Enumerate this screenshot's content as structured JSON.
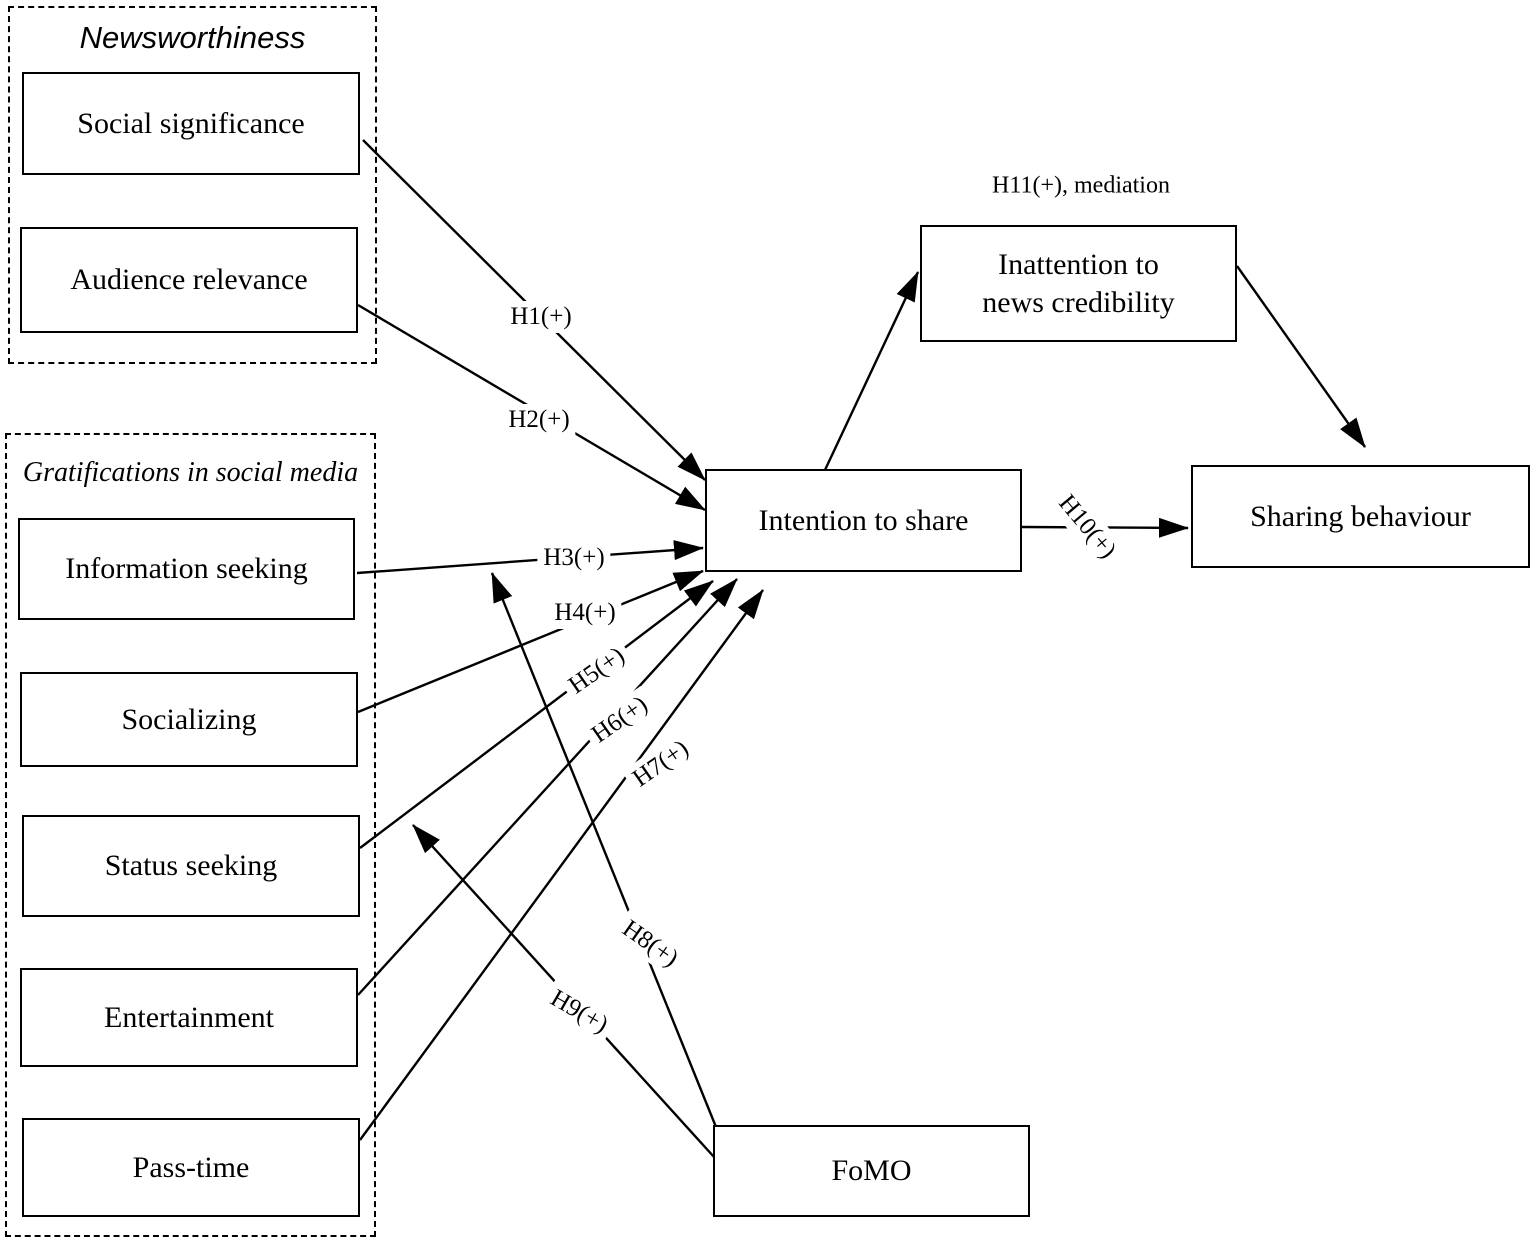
{
  "figure": {
    "groups": [
      {
        "title": "Newsworthiness"
      },
      {
        "title": "Gratifications in social media"
      }
    ],
    "constructs": [
      {
        "label": "Social significance"
      },
      {
        "label": "Audience relevance"
      },
      {
        "label": "Information seeking"
      },
      {
        "label": "Socializing"
      },
      {
        "label": "Status seeking"
      },
      {
        "label": "Entertainment"
      },
      {
        "label": "Pass-time"
      }
    ],
    "nodes": [
      {
        "label": "Intention to share"
      },
      {
        "label": "Inattention to\nnews credibility"
      },
      {
        "label": "Sharing behaviour"
      },
      {
        "label": "FoMO"
      }
    ],
    "hypotheses": [
      {
        "label": "H1(+)"
      },
      {
        "label": "H2(+)"
      },
      {
        "label": "H3(+)"
      },
      {
        "label": "H4(+)"
      },
      {
        "label": "H5(+)"
      },
      {
        "label": "H6(+)"
      },
      {
        "label": "H7(+)"
      },
      {
        "label": "H8(+)"
      },
      {
        "label": "H9(+)"
      },
      {
        "label": "H10(+)"
      },
      {
        "label": "H11(+), mediation"
      }
    ],
    "colors": {
      "ink": "#000000",
      "background": "#ffffff"
    }
  }
}
